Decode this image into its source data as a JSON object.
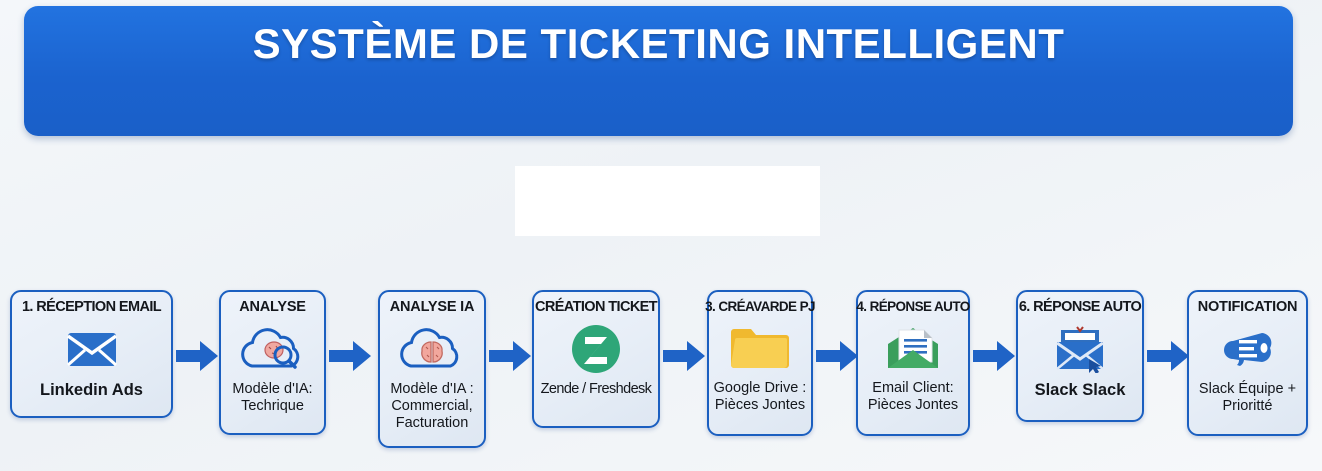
{
  "banner": {
    "title": "SYSTÈME DE TICKETING INTELLIGENT",
    "color": "#1b63cf"
  },
  "blank_panel": {
    "label": "",
    "color": "#ffffff"
  },
  "flow": {
    "arrow_color": "#1f63c6",
    "node_border_color": "#1b5fc0",
    "steps": [
      {
        "title": "1. RÉCEPTION EMAIL",
        "icon": "envelope-icon",
        "icon_color": "#2a6fc9",
        "subtitle": "Linkedin Ads",
        "bold": true
      },
      {
        "title": "ANALYSE",
        "icon": "cloud-search-ai-icon",
        "icon_color": "#1b5fc0",
        "subtitle": "Modèle d'IA:\nTechrique",
        "bold": false
      },
      {
        "title": "ANALYSE IA",
        "icon": "cloud-brain-icon",
        "icon_color": "#1b5fc0",
        "subtitle": "Modèle d'IA :\nCommercial,\nFacturation",
        "bold": false
      },
      {
        "title": "CRÉATION TICKET",
        "icon": "zendesk-z-icon",
        "icon_color": "#2ea678",
        "subtitle": "Zende / Freshdesk",
        "bold": false
      },
      {
        "title": "3. CRÉAVARDE PJ",
        "icon": "folder-icon",
        "icon_color": "#f5c13d",
        "subtitle": "Google Drive :\nPièces Jontes",
        "bold": false
      },
      {
        "title": "4. RÉPONSE AUTO",
        "icon": "email-document-icon",
        "icon_color": "#2f9e56",
        "subtitle": "Email Client:\nPièces Jontes",
        "bold": false
      },
      {
        "title": "6. RÉPONSE AUTO",
        "icon": "email-cursor-icon",
        "icon_color": "#2a6fc9",
        "subtitle": "Slack Slack",
        "bold": true
      },
      {
        "title": "NOTIFICATION",
        "icon": "megaphone-icon",
        "icon_color": "#2a6fc9",
        "subtitle": "Slack Équipe +\nPrioritté",
        "bold": false
      }
    ]
  }
}
